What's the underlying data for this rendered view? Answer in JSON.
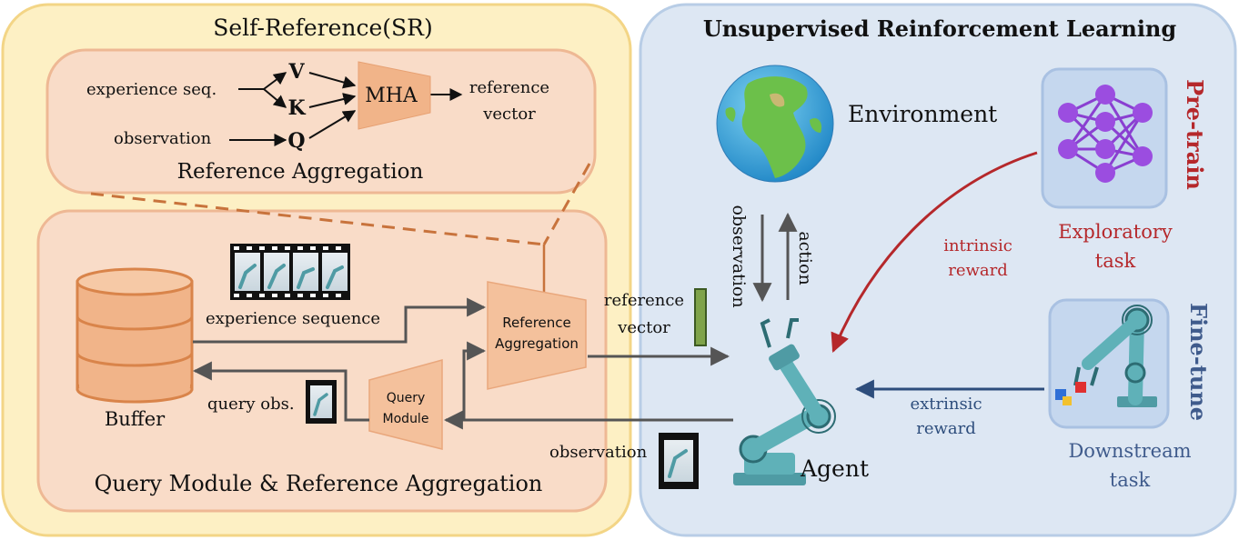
{
  "sr_panel": {
    "title": "Self-Reference(SR)",
    "reference_aggregation": {
      "title": "Reference Aggregation",
      "input_experience": "experience seq.",
      "input_observation": "observation",
      "v_label": "V",
      "k_label": "K",
      "q_label": "Q",
      "mha_label": "MHA",
      "output_line1": "reference",
      "output_line2": "vector"
    },
    "query_panel": {
      "title": "Query Module & Reference Aggregation",
      "buffer_label": "Buffer",
      "experience_sequence_label": "experience sequence",
      "query_obs_label": "query obs.",
      "query_module_line1": "Query",
      "query_module_line2": "Module",
      "ref_agg_line1": "Reference",
      "ref_agg_line2": "Aggregation"
    }
  },
  "url_panel": {
    "title": "Unsupervised Reinforcement Learning",
    "environment_label": "Environment",
    "observation_label": "observation",
    "action_label": "action",
    "reference_vector_line1": "reference",
    "reference_vector_line2": "vector",
    "agent_label": "Agent",
    "observation_bottom_label": "observation",
    "intrinsic_line1": "intrinsic",
    "intrinsic_line2": "reward",
    "extrinsic_line1": "extrinsic",
    "extrinsic_line2": "reward",
    "exploratory_line1": "Exploratory",
    "exploratory_line2": "task",
    "downstream_line1": "Downstream",
    "downstream_line2": "task",
    "pretrain_label": "Pre-train",
    "finetune_label": "Fine-tune"
  },
  "colors": {
    "sr_background": "#fdf0c4",
    "sr_border": "#f3d586",
    "inner_background": "#f9dcc8",
    "inner_border": "#eeb894",
    "url_background": "#dde7f3",
    "url_border": "#b8cde6",
    "module_fill": "#f4c19c",
    "buffer_fill": "#f1b489",
    "buffer_stroke": "#d9844a",
    "arrow": "#555555",
    "intrinsic": "#b5282b",
    "extrinsic": "#2d4d7c",
    "robot": "#4f9ba4",
    "pretrain_text": "#b5282b",
    "finetune_text": "#3f5b8c"
  }
}
